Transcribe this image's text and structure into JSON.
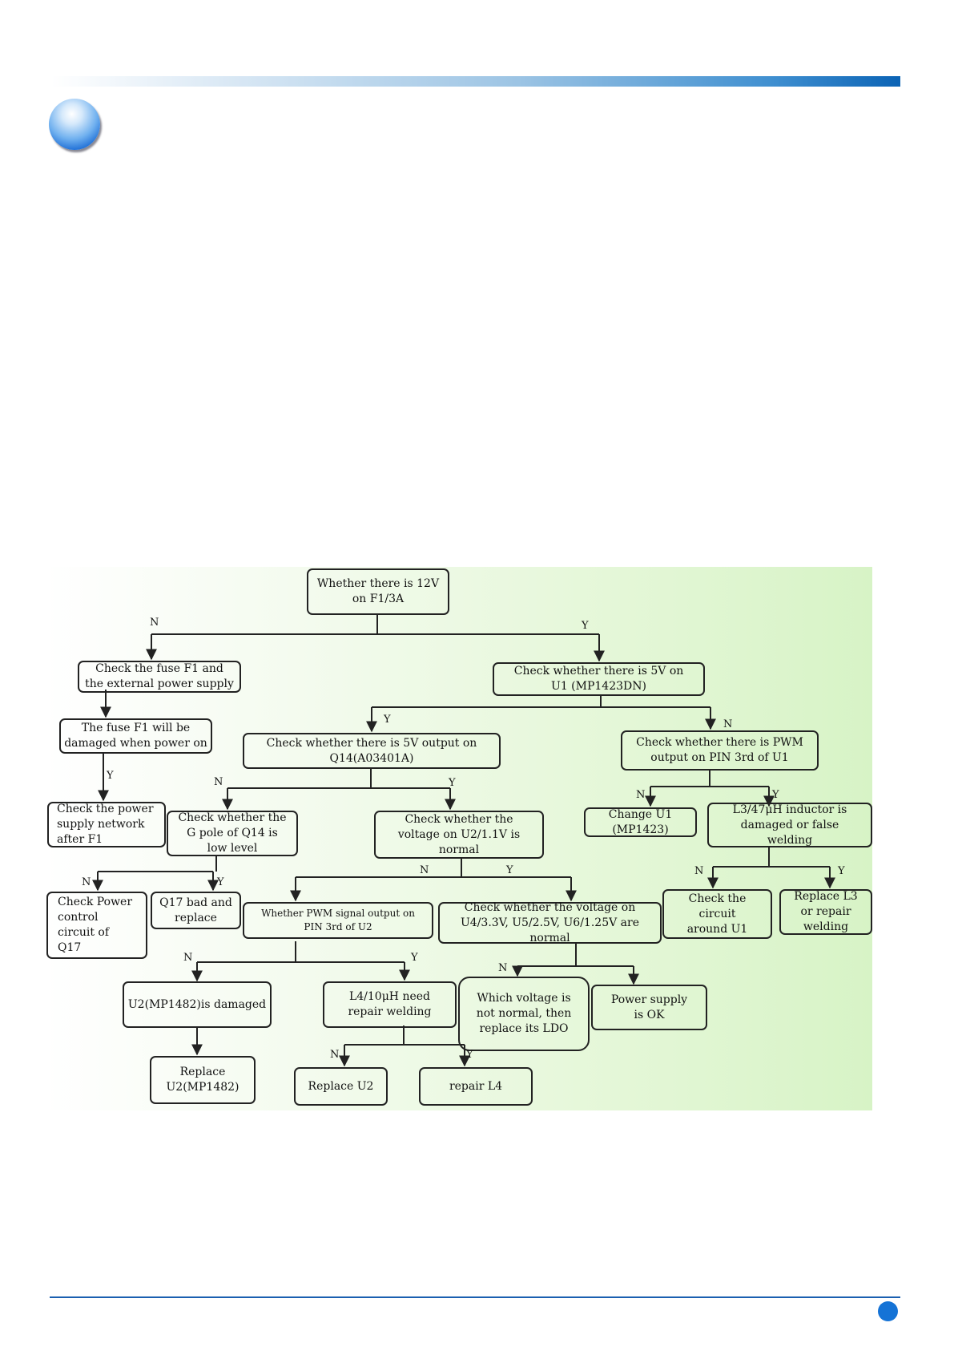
{
  "colors": {
    "accent": "#0b63b5",
    "diagram_bg": "#dff5d0",
    "line": "#222222"
  },
  "diagram": {
    "nodes": {
      "n1": "Whether there is 12V\non F1/3A",
      "n2": "Check the fuse F1 and\nthe external power supply",
      "n3": "Check whether there is 5V on\nU1 (MP1423DN)",
      "n4": "The fuse F1 will be\ndamaged when power on",
      "n5": "Check whether there is 5V output on\nQ14(A03401A)",
      "n6": "Check whether there is PWM\noutput on PIN 3rd of U1",
      "n7": "Check the power\nsupply network\nafter F1",
      "n8": "Check whether the\nG pole of Q14  is\nlow level",
      "n9": "Check whether the\nvoltage on U2/1.1V is\nnormal",
      "n10": "Change U1\n(MP1423)",
      "n11": "L3/47μH inductor is\ndamaged or false\nwelding",
      "n12": "Check Power\ncontrol\ncircuit of\nQ17",
      "n13": "Q17 bad and\nreplace",
      "n14": "Whether PWM signal output on\nPIN 3rd of U2",
      "n15": "Check whether the voltage on\nU4/3.3V, U5/2.5V, U6/1.25V are normal",
      "n16": "Check the\ncircuit\naround U1",
      "n17": "Replace L3\nor repair\nwelding",
      "n18": "U2(MP1482)is damaged",
      "n19": "L4/10μH need\nrepair welding",
      "n20": "Which voltage is\nnot normal, then\nreplace its LDO",
      "n21": "Power supply\nis OK",
      "n22": "Replace\nU2(MP1482)",
      "n23": "Replace U2",
      "n24": "repair L4"
    },
    "labels": {
      "yes": "Y",
      "no": "N"
    }
  }
}
